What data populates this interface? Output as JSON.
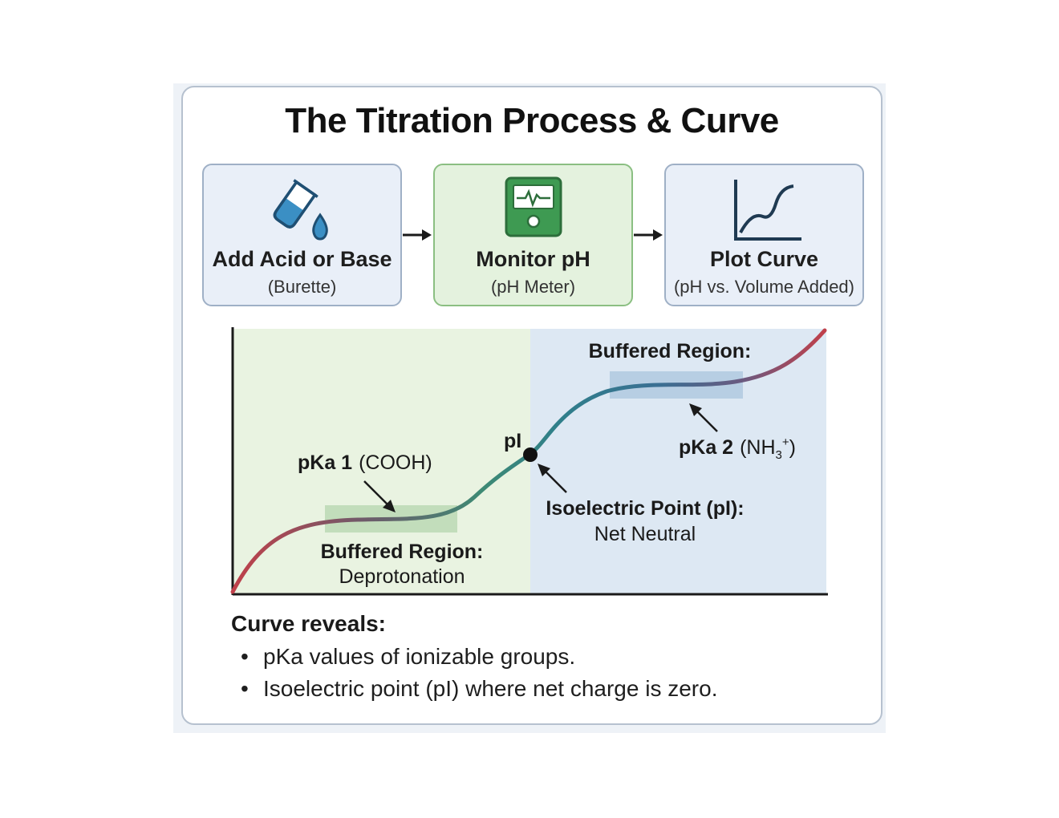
{
  "title": "The Titration Process & Curve",
  "steps": [
    {
      "title": "Add Acid or Base",
      "subtitle": "(Burette)",
      "icon": "beaker-droplet-icon"
    },
    {
      "title": "Monitor pH",
      "subtitle": "(pH Meter)",
      "icon": "ph-meter-icon"
    },
    {
      "title": "Plot Curve",
      "subtitle": "(pH vs. Volume Added)",
      "icon": "curve-plot-icon"
    }
  ],
  "chart": {
    "pka1_label": "pKa 1",
    "pka1_group": "(COOH)",
    "buffer1_title": "Buffered Region:",
    "buffer1_desc": "Deprotonation",
    "pi_label": "pI",
    "iso_title": "Isoelectric Point (pI):",
    "iso_desc": "Net Neutral",
    "buffer2_title": "Buffered Region:",
    "pka2_label": "pKa 2",
    "pka2_group_open": "(NH",
    "pka2_sub": "3",
    "pka2_sup": "+",
    "pka2_group_close": ")"
  },
  "reveals": {
    "title": "Curve reveals:",
    "items": [
      "pKa values of ionizable groups.",
      "Isoelectric point (pI) where net charge is zero."
    ]
  },
  "colors": {
    "accent_green": "#e4f2de",
    "accent_blue": "#e9eff8",
    "curve_start": "#c0404a",
    "curve_mid": "#2f7f8a",
    "curve_end": "#c0404a"
  }
}
